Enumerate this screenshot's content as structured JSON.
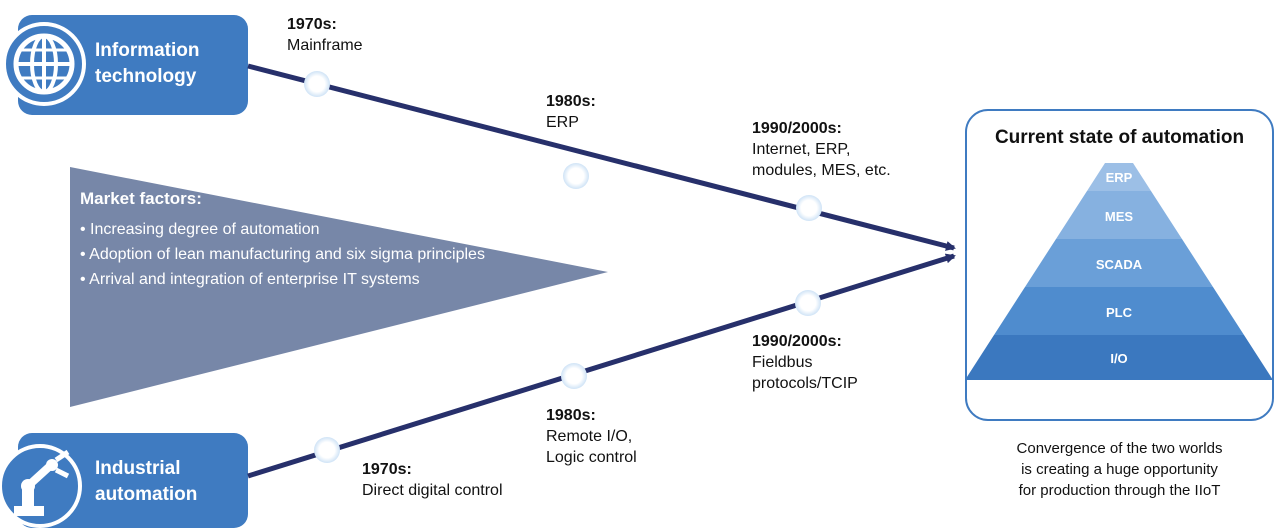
{
  "it_box": {
    "label_line1": "Information",
    "label_line2": "technology",
    "icon": "globe-icon"
  },
  "ia_box": {
    "label_line1": "Industrial",
    "label_line2": "automation",
    "icon": "robot-arm-icon"
  },
  "it_milestones": [
    {
      "era": "1970s:",
      "lines": [
        "Mainframe"
      ]
    },
    {
      "era": "1980s:",
      "lines": [
        "ERP"
      ]
    },
    {
      "era": "1990/2000s:",
      "lines": [
        "Internet, ERP,",
        "modules, MES, etc."
      ]
    }
  ],
  "ia_milestones": [
    {
      "era": "1970s:",
      "lines": [
        "Direct digital control"
      ]
    },
    {
      "era": "1980s:",
      "lines": [
        "Remote I/O,",
        "Logic control"
      ]
    },
    {
      "era": "1990/2000s:",
      "lines": [
        "Fieldbus",
        "protocols/TCIP"
      ]
    }
  ],
  "market": {
    "title": "Market factors:",
    "items": [
      "• Increasing degree of automation",
      "• Adoption of lean manufacturing and six sigma principles",
      "• Arrival and integration of enterprise IT systems"
    ]
  },
  "panel": {
    "title": "Current state of automation",
    "tiers": [
      "ERP",
      "MES",
      "SCADA",
      "PLC",
      "I/O"
    ],
    "caption_lines": [
      "Convergence of the two worlds",
      "is creating a huge opportunity",
      "for production through the IIoT"
    ]
  },
  "colors": {
    "box_blue": "#3f7bc1",
    "line_navy": "#27306b",
    "wedge": "#7787a8",
    "panel_border": "#3f7bc1",
    "tier_colors": [
      "#9cbfe6",
      "#86b1e0",
      "#6a9fd8",
      "#4f8cce",
      "#3b78bf"
    ]
  }
}
